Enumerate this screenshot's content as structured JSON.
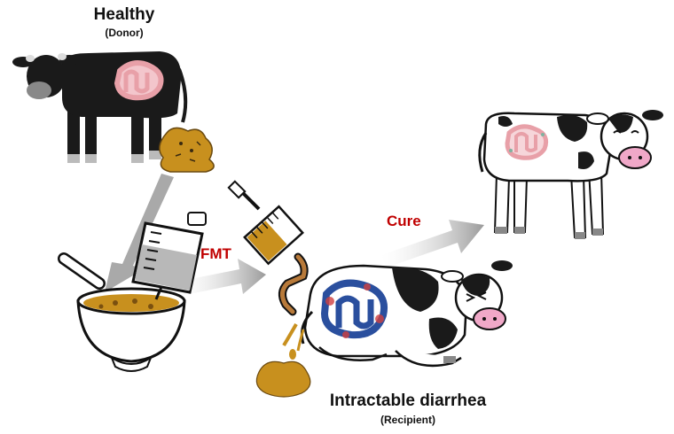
{
  "donor": {
    "title": "Healthy",
    "subtitle": "(Donor)"
  },
  "transfer": {
    "label": "FMT"
  },
  "outcome": {
    "label": "Cure"
  },
  "recipient": {
    "title": "Intractable diarrhea",
    "subtitle": "(Recipient)"
  },
  "colors": {
    "label_red": "#c00000",
    "arrow_gray": "#9a9a9a",
    "feces_brown": "#c8901e",
    "cow_black": "#1a1a1a",
    "intestine_pink": "#e8a0a8",
    "inflamed_blue": "#2a4f9e",
    "muzzle_pink": "#f0a8c8"
  }
}
